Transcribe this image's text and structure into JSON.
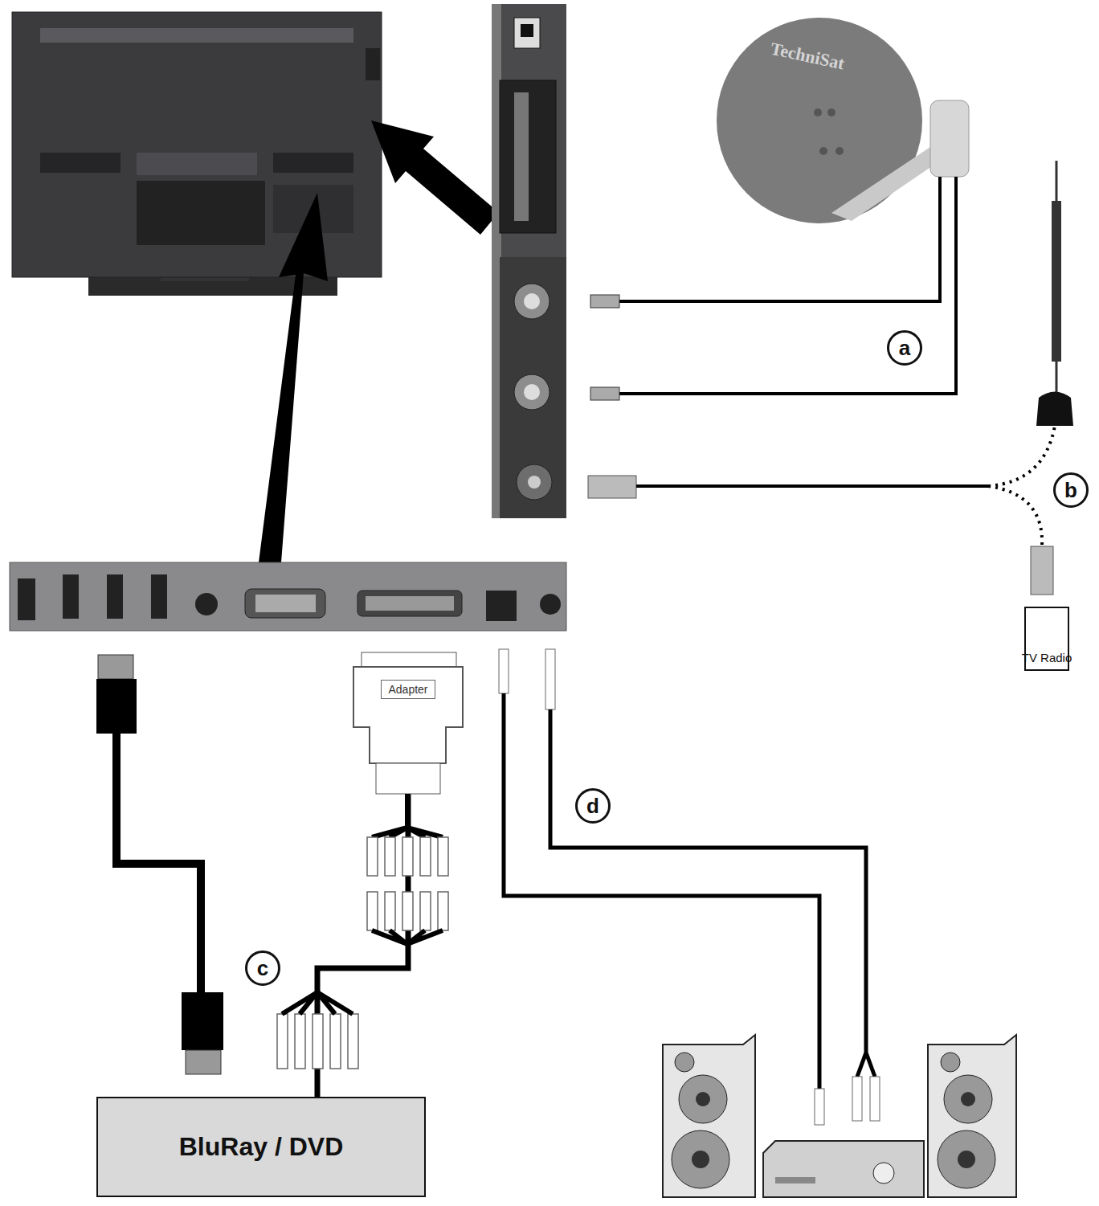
{
  "diagram": {
    "nodes": [
      {
        "text": [
          "TV Radio"
        ]
      },
      {
        "text": [
          "Adapter"
        ]
      },
      {
        "text": [
          "BluRay / DVD"
        ]
      }
    ],
    "edges": [
      {
        "from": 1,
        "to": 2,
        "arrow": "none"
      }
    ],
    "labels": [
      "TechniSat",
      "a",
      "b",
      "c",
      "d"
    ]
  }
}
